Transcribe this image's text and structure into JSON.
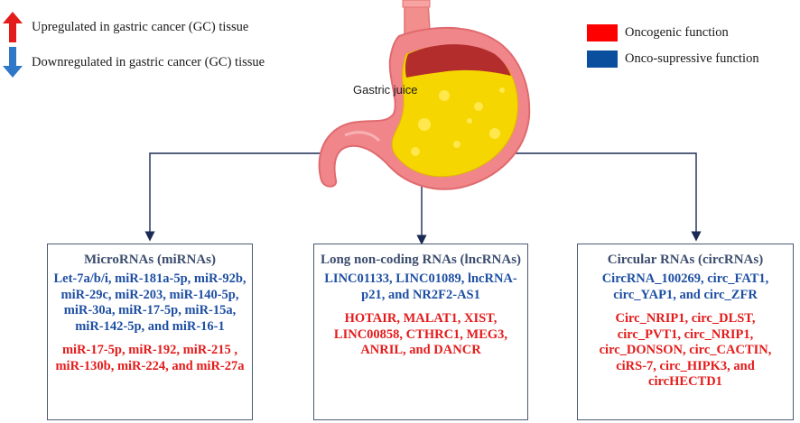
{
  "legend_left": {
    "up_label": "Upregulated in gastric cancer (GC) tissue",
    "down_label": "Downregulated in gastric cancer (GC) tissue"
  },
  "legend_right": {
    "oncogenic_label": "Oncogenic function",
    "oncogenic_color": "#ff0000",
    "suppressive_label": "Onco-supressive function",
    "suppressive_color": "#0a4f9e"
  },
  "stomach": {
    "juice_label": "Gastric juice"
  },
  "boxes": {
    "mirna": {
      "title": "MicroRNAs (miRNAs)",
      "downregulated": "Let-7a/b/i, miR-181a-5p, miR-92b, miR-29c, miR-203, miR-140-5p, miR-30a, miR-17-5p, miR-15a, miR-142-5p, and miR-16-1",
      "upregulated": "miR-17-5p, miR-192, miR-215 , miR-130b, miR-224, and miR-27a"
    },
    "lncrna": {
      "title": "Long non-coding RNAs (lncRNAs)",
      "downregulated": "LINC01133, LINC01089, lncRNA-p21, and NR2F2-AS1",
      "upregulated": "HOTAIR, MALAT1, XIST, LINC00858, CTHRC1, MEG3, ANRIL, and DANCR"
    },
    "circrna": {
      "title": "Circular RNAs (circRNAs)",
      "downregulated": "CircRNA_100269, circ_FAT1, circ_YAP1, and circ_ZFR",
      "upregulated": "Circ_NRIP1, circ_DLST, circ_PVT1, circ_NRIP1, circ_DONSON, circ_CACTIN, ciRS-7, circ_HIPK3, and circHECTD1"
    }
  }
}
